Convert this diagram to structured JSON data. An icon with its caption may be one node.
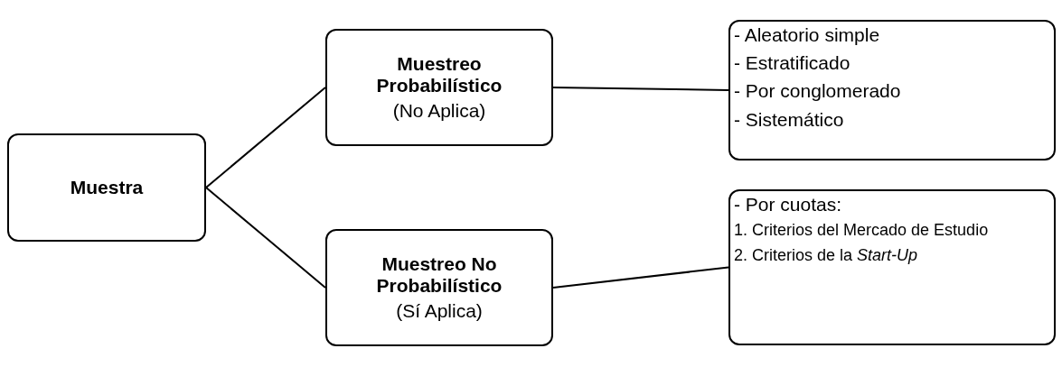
{
  "diagram": {
    "nodes": [
      {
        "text": [
          "Muestra"
        ]
      },
      {
        "text": [
          "Muestreo Probabilístico",
          "(No Aplica)"
        ]
      },
      {
        "text": [
          "Muestreo No Probabilístico",
          "(Sí Aplica)"
        ]
      },
      {
        "text": [
          "- Aleatorio simple",
          "- Estratificado",
          "- Por conglomerado",
          "- Sistemático"
        ]
      },
      {
        "text": [
          "- Por cuotas:",
          "1. Criterios del Mercado de Estudio",
          "2. Criterios de la *Start-Up*"
        ]
      }
    ],
    "edges": [
      {
        "from": 0,
        "to": 1,
        "arrow": "none"
      },
      {
        "from": 0,
        "to": 2,
        "arrow": "none"
      },
      {
        "from": 1,
        "to": 3,
        "arrow": "none"
      },
      {
        "from": 2,
        "to": 4,
        "arrow": "none"
      }
    ]
  }
}
